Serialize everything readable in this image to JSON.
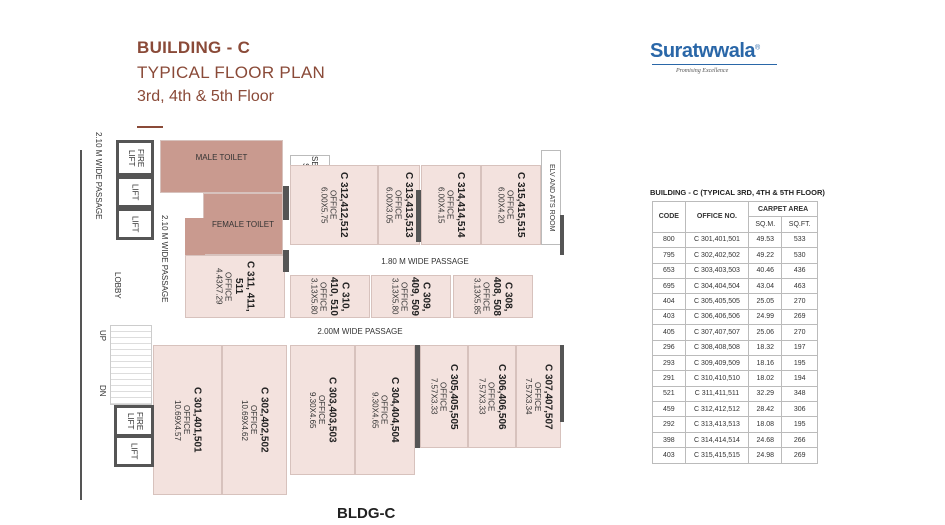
{
  "header": {
    "title": "BUILDING - C",
    "subtitle": "TYPICAL FLOOR PLAN",
    "floors": "3rd, 4th & 5th Floor"
  },
  "logo": {
    "name": "Suratwwala",
    "tagline": "Promising Excellence",
    "mark": "®",
    "color": "#2a67a8"
  },
  "plan": {
    "left_passage": "2.10 M WIDE PASSAGE",
    "inner_passage": "2.10 M WIDE PASSAGE",
    "passage_180": "1.80 M WIDE PASSAGE",
    "passage_200": "2.00M WIDE PASSAGE",
    "lobby": "LOBBY",
    "up": "UP",
    "dn": "DN",
    "fire_lift": "FIRE LIFT",
    "lift": "LIFT",
    "male_toilet": "MALE TOILET",
    "female_toilet": "FEMALE TOILET",
    "service_slab": "SERVICE SLAB",
    "elv_room": "ELV AND ATS ROOM",
    "building_label": "BLDG-C",
    "offices": [
      {
        "name": "C 312,412,512",
        "type": "OFFICE",
        "size": "6.00X5.75"
      },
      {
        "name": "C 313,413,513",
        "type": "OFFICE",
        "size": "6.00X3.05"
      },
      {
        "name": "C 314,414,514",
        "type": "OFFICE",
        "size": "6.00X4.15"
      },
      {
        "name": "C 315,415,515",
        "type": "OFFICE",
        "size": "6.00X4.20"
      },
      {
        "name": "C 311, 411, 511",
        "type": "OFFICE",
        "size": "4.43X7.29"
      },
      {
        "name": "C 310, 410, 510",
        "type": "OFFICE",
        "size": "3.13X5.80"
      },
      {
        "name": "C 309, 409, 509",
        "type": "OFFICE",
        "size": "3.13X5.80"
      },
      {
        "name": "C 308, 408, 508",
        "type": "OFFICE",
        "size": "3.13X5.85"
      },
      {
        "name": "C 301,401,501",
        "type": "OFFICE",
        "size": "10.69X4.57"
      },
      {
        "name": "C 302,402,502",
        "type": "OFFICE",
        "size": "10.69X4.62"
      },
      {
        "name": "C 303,403,503",
        "type": "OFFICE",
        "size": "9.30X4.65"
      },
      {
        "name": "C 304,404,504",
        "type": "OFFICE",
        "size": "9.30X4.65"
      },
      {
        "name": "C 305,405,505",
        "type": "OFFICE",
        "size": "7.57X3.33"
      },
      {
        "name": "C 306,406,506",
        "type": "OFFICE",
        "size": "7.57X3.33"
      },
      {
        "name": "C 307,407,507",
        "type": "OFFICE",
        "size": "7.57X3.34"
      }
    ]
  },
  "area_table": {
    "title": "BUILDING - C (TYPICAL 3RD, 4TH & 5TH FLOOR)",
    "headers": {
      "code": "CODE",
      "office": "OFFICE NO.",
      "carpet": "CARPET AREA",
      "sqm": "SQ.M.",
      "sqft": "SQ.FT."
    },
    "rows": [
      [
        "800",
        "C 301,401,501",
        "49.53",
        "533"
      ],
      [
        "795",
        "C 302,402,502",
        "49.22",
        "530"
      ],
      [
        "653",
        "C 303,403,503",
        "40.46",
        "436"
      ],
      [
        "695",
        "C 304,404,504",
        "43.04",
        "463"
      ],
      [
        "404",
        "C 305,405,505",
        "25.05",
        "270"
      ],
      [
        "403",
        "C 306,406,506",
        "24.99",
        "269"
      ],
      [
        "405",
        "C 307,407,507",
        "25.06",
        "270"
      ],
      [
        "296",
        "C 308,408,508",
        "18.32",
        "197"
      ],
      [
        "293",
        "C 309,409,509",
        "18.16",
        "195"
      ],
      [
        "291",
        "C 310,410,510",
        "18.02",
        "194"
      ],
      [
        "521",
        "C 311,411,511",
        "32.29",
        "348"
      ],
      [
        "459",
        "C 312,412,512",
        "28.42",
        "306"
      ],
      [
        "292",
        "C 313,413,513",
        "18.08",
        "195"
      ],
      [
        "398",
        "C 314,414,514",
        "24.68",
        "266"
      ],
      [
        "403",
        "C 315,415,515",
        "24.98",
        "269"
      ]
    ]
  }
}
